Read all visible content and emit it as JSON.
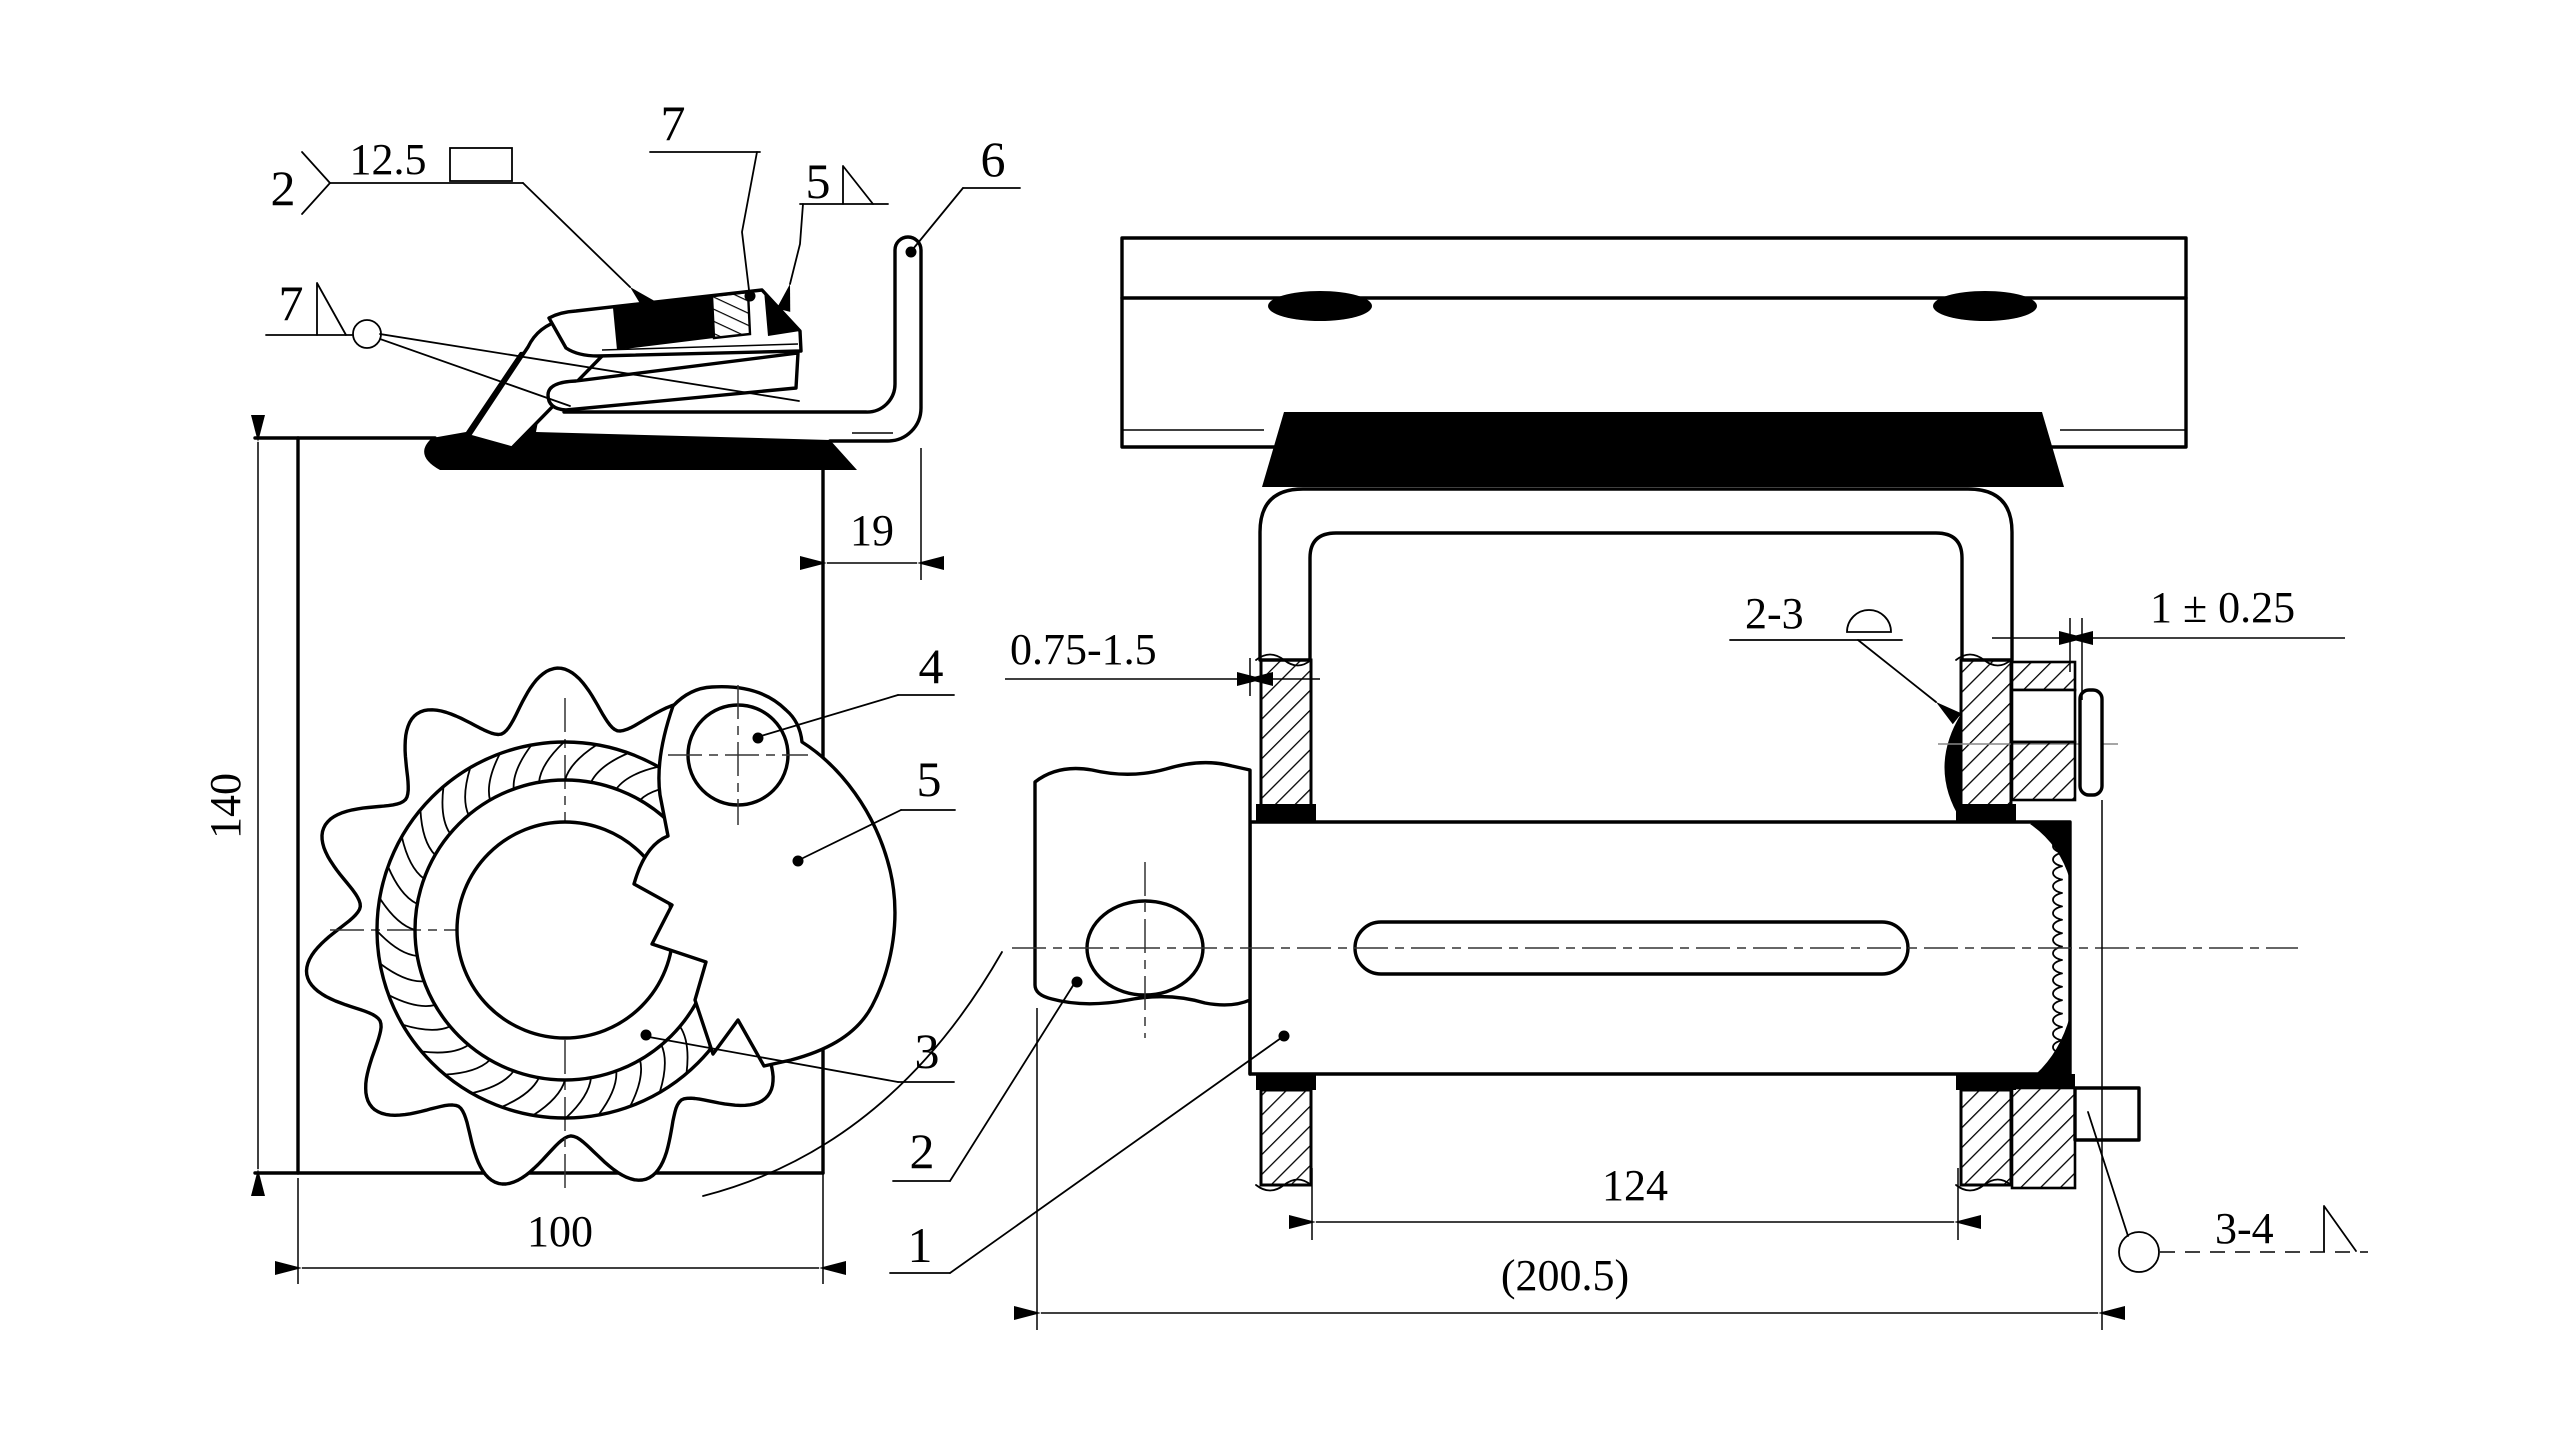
{
  "page": {
    "background": "#ffffff",
    "ink": "#000000"
  },
  "left_view": {
    "callout_2": "2",
    "surface_finish": "12.5",
    "callout_7_top": "7",
    "callout_5_top": "5",
    "callout_6": "6",
    "callout_7_left": "7",
    "callout_4": "4",
    "callout_5_mid": "5",
    "callout_3": "3",
    "dim_19": "19",
    "dim_140": "140",
    "dim_100": "100"
  },
  "right_view": {
    "callout_2": "2",
    "callout_1": "1",
    "dim_gap": "0.75-1.5",
    "dim_weld_size": "2-3",
    "dim_end_play": "1 ± 0.25",
    "dim_124": "124",
    "dim_overall": "(200.5)",
    "dim_spot_weld": "3-4"
  }
}
